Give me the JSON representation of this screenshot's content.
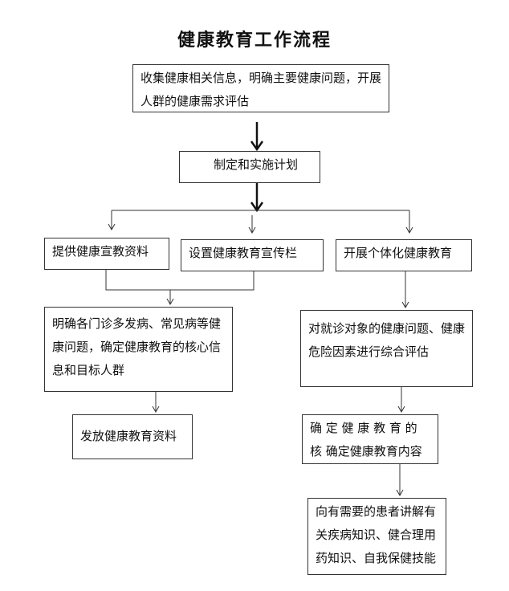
{
  "title": "健康教育工作流程",
  "nodes": {
    "collect": "收集健康相关信息，明确主要健康问题，开展人群的健康需求评估",
    "plan": "制定和实施计划",
    "materials": "提供健康宣教资料",
    "board": "设置健康教育宣传栏",
    "individual": "开展个体化健康教育",
    "clarify": "明确各门诊多发病、常见病等健康问题，确定健康教育的核心信息和目标人群",
    "distribute": "发放健康教育资料",
    "assess": "对就诊对象的健康问题、健康危险因素进行综合评估",
    "content": "确 定 健 康 教 育 的 核 确定健康教育内容",
    "educate": "向有需要的患者讲解有关疾病知识、健合理用药知识、自我保健技能"
  }
}
